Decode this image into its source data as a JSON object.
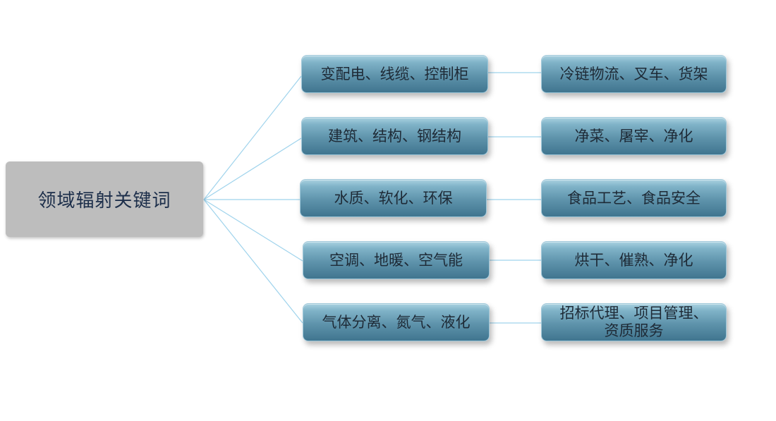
{
  "root": {
    "label": "领域辐射关键词"
  },
  "branches": [
    {
      "label": "变配电、线缆、控制柜",
      "child": "冷链物流、叉车、货架"
    },
    {
      "label": "建筑、结构、钢结构",
      "child": "净菜、屠宰、净化"
    },
    {
      "label": "水质、软化、环保",
      "child": "食品工艺、食品安全"
    },
    {
      "label": "空调、地暖、空气能",
      "child": "烘干、催熟、净化"
    },
    {
      "label": "气体分离、氮气、液化",
      "child_lines": [
        "招标代理、项目管理、",
        "资质服务"
      ]
    }
  ],
  "colors": {
    "root_fill": "#bdbdbd",
    "root_text": "#1c2e4a",
    "node_fill_top": "#a9d1e0",
    "node_fill_bottom": "#40758f",
    "connector": "#9fd3ec"
  }
}
